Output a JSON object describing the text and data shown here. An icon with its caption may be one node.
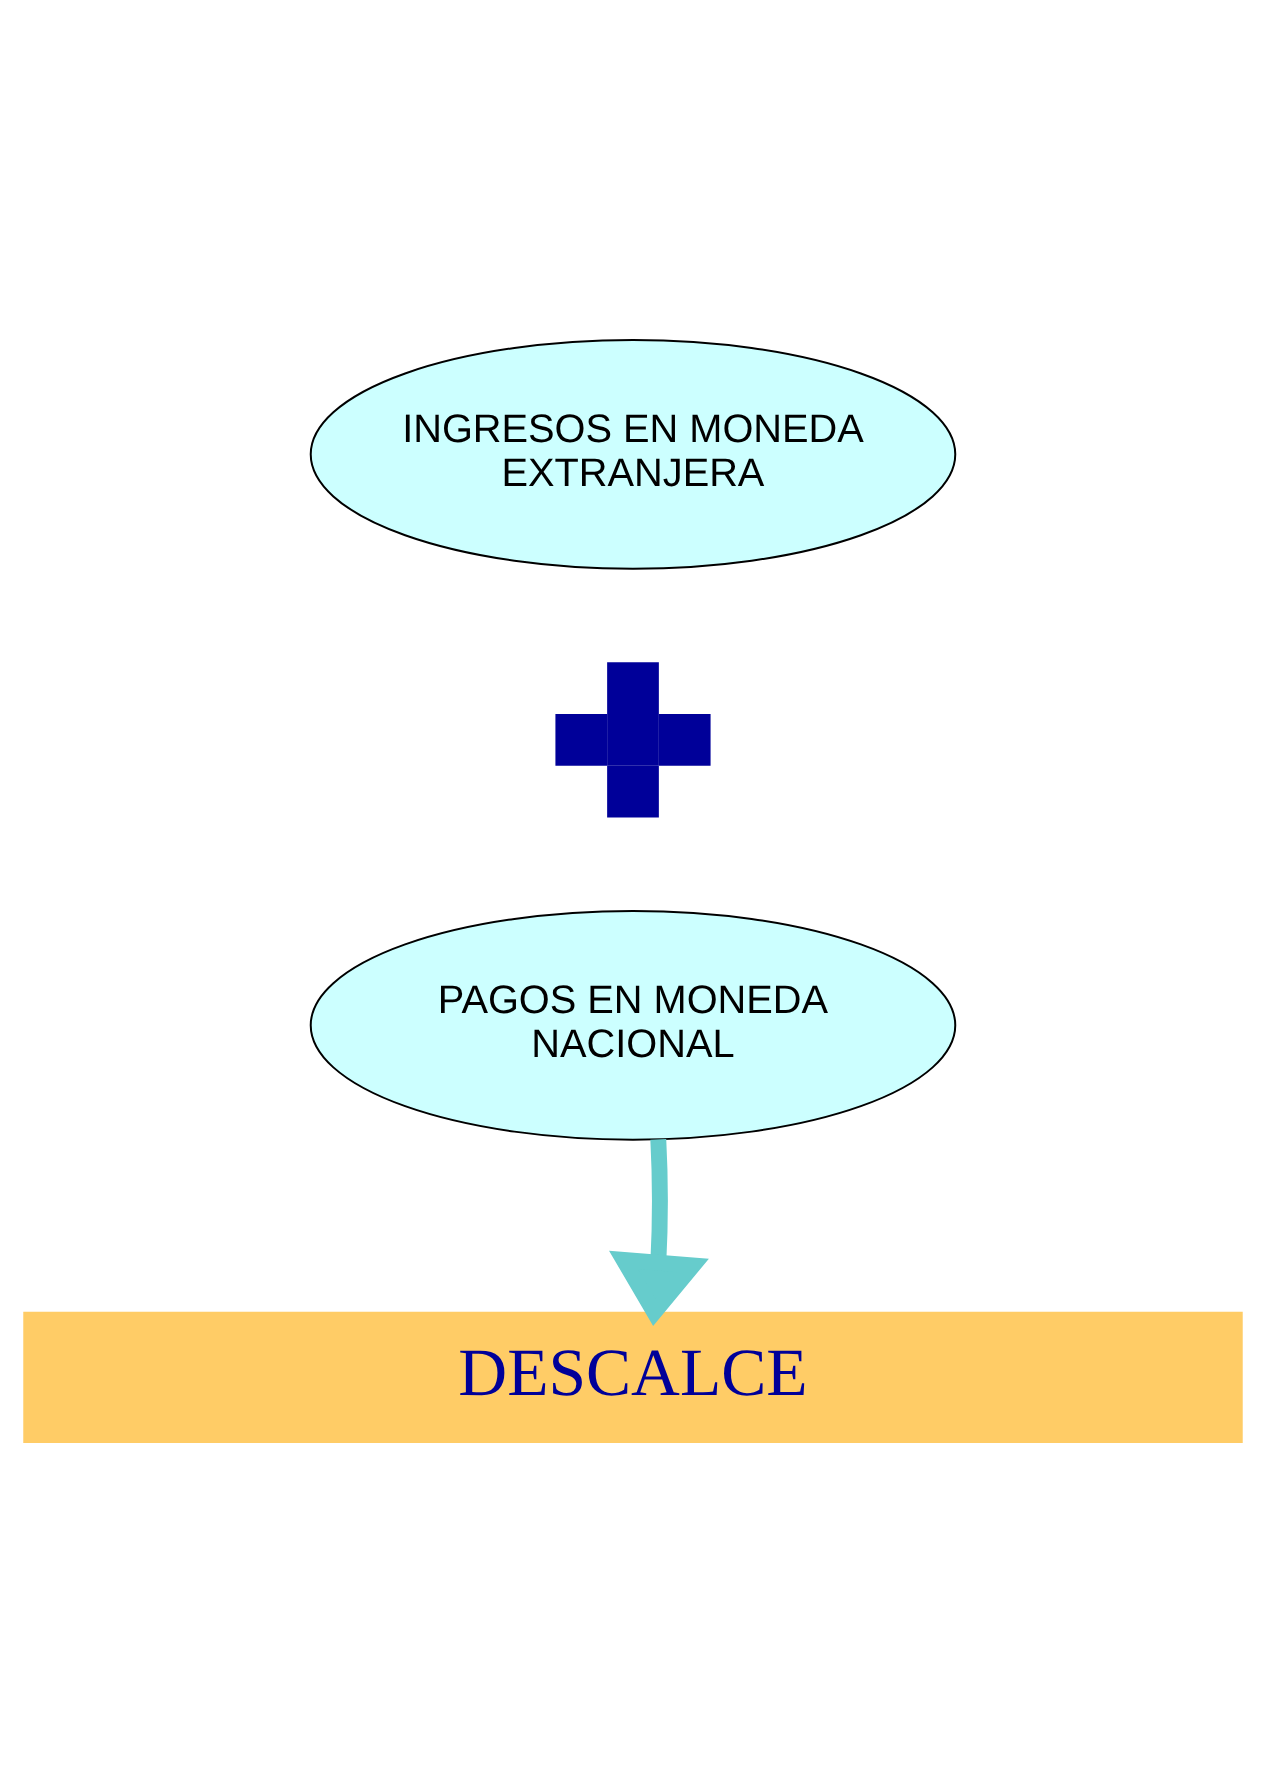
{
  "diagram": {
    "nodes": [
      {
        "text": [
          "INGRESOS EN MONEDA EXTRANJERA"
        ]
      },
      {
        "text": [],
        "shape": "plus"
      },
      {
        "text": [
          "PAGOS EN MONEDA NACIONAL"
        ]
      },
      {
        "text": [
          "DESCALCE"
        ]
      }
    ],
    "edges": [
      {
        "from": 2,
        "to": 3,
        "arrow": "to"
      }
    ]
  }
}
